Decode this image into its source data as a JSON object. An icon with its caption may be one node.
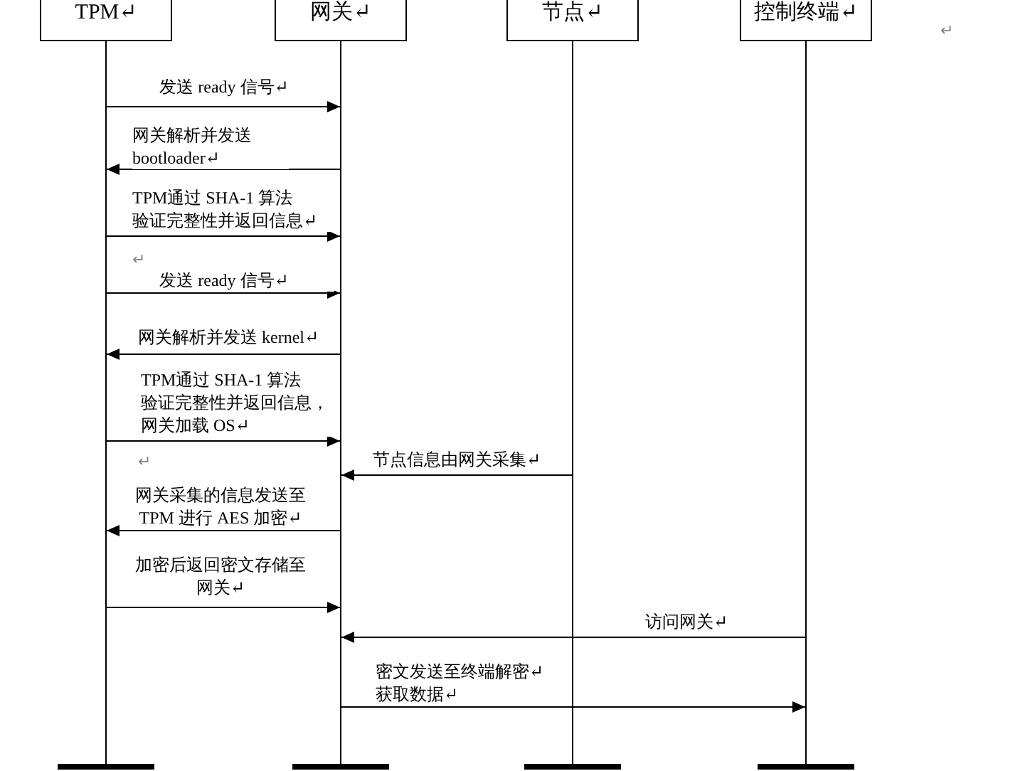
{
  "diagram": {
    "nodes": [
      {
        "text": [
          "TPM↵"
        ]
      },
      {
        "text": [
          "网关↵"
        ]
      },
      {
        "text": [
          "节点↵"
        ]
      },
      {
        "text": [
          "控制终端↵"
        ]
      },
      {
        "text": [],
        "shape": "line"
      },
      {
        "text": [],
        "shape": "line"
      },
      {
        "text": [],
        "shape": "line"
      },
      {
        "text": [],
        "shape": "line"
      }
    ],
    "edges": [
      {
        "from": 4,
        "to": 5,
        "arrow": "to",
        "label": "发送 ready 信号↵"
      },
      {
        "from": 5,
        "to": 4,
        "arrow": "to",
        "label": "网关解析并发送 bootloader↵"
      },
      {
        "from": 4,
        "to": 5,
        "arrow": "to",
        "label": "TPM通过 SHA-1 算法验证完整性并返回信息↵"
      },
      {
        "from": 4,
        "to": 5,
        "arrow": "to",
        "label": "发送 ready 信号↵"
      },
      {
        "from": 5,
        "to": 4,
        "arrow": "to",
        "label": "网关解析并发送 kernel↵"
      },
      {
        "from": 4,
        "to": 5,
        "arrow": "to",
        "label": "TPM通过 SHA-1 算法验证完整性并返回信息，网关加载 OS↵"
      },
      {
        "from": 6,
        "to": 5,
        "arrow": "to",
        "label": "节点信息由网关采集↵"
      },
      {
        "from": 5,
        "to": 4,
        "arrow": "to",
        "label": "网关采集的信息发送至 TPM 进行 AES 加密↵"
      },
      {
        "from": 4,
        "to": 5,
        "arrow": "to",
        "label": "加密后返回密文存储至网关↵"
      },
      {
        "from": 7,
        "to": 5,
        "arrow": "to",
        "label": "访问网关↵"
      },
      {
        "from": 5,
        "to": 7,
        "arrow": "to",
        "label": "密文发送至终端解密↵ 获取数据↵"
      }
    ],
    "labels": [
      "↵",
      "↵",
      "↵"
    ]
  }
}
